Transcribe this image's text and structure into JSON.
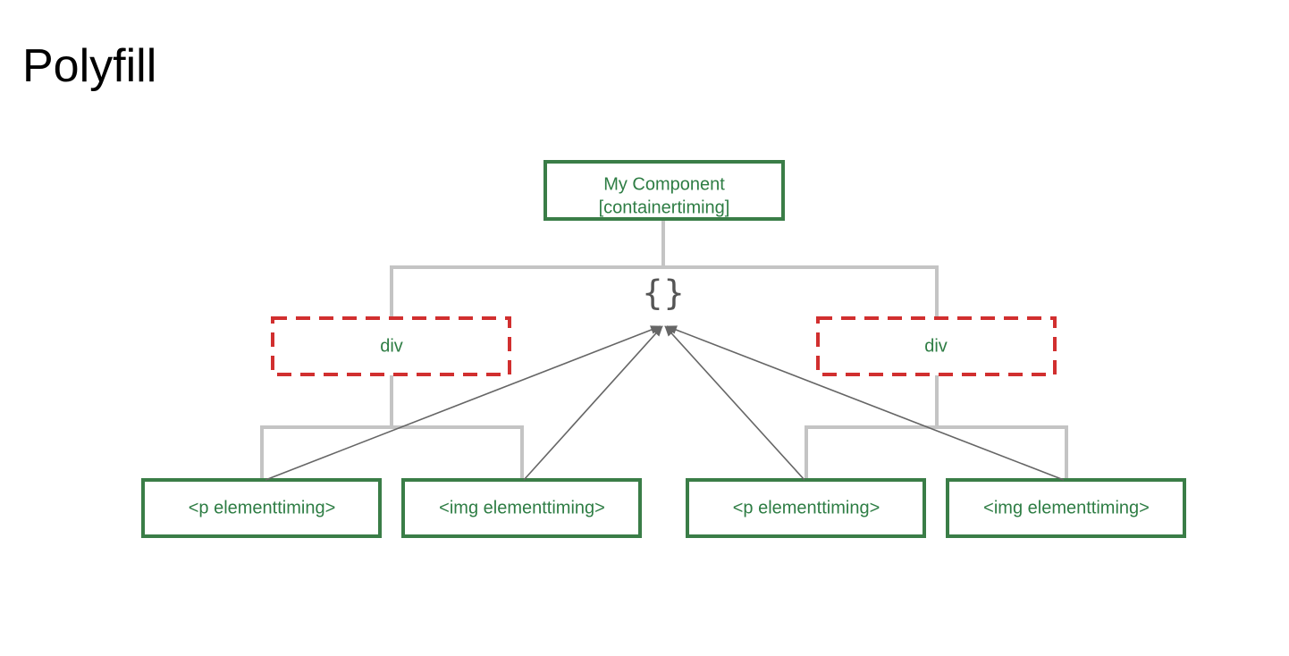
{
  "title": "Polyfill",
  "nodes": {
    "component": {
      "line1": "My Component",
      "line2": "[containertiming]"
    },
    "collector_glyph": "{}",
    "div_left": {
      "label": "div"
    },
    "div_right": {
      "label": "div"
    },
    "leaf_1": {
      "label": "<p elementtiming>"
    },
    "leaf_2": {
      "label": "<img elementtiming>"
    },
    "leaf_3": {
      "label": "<p elementtiming>"
    },
    "leaf_4": {
      "label": "<img elementtiming>"
    }
  },
  "colors": {
    "solid_node_border": "#3a7d47",
    "ignored_node_border": "#d12f2f",
    "node_text": "#2e7d44",
    "tree_connector": "#c4c4c4",
    "report_arrow": "#666666"
  }
}
